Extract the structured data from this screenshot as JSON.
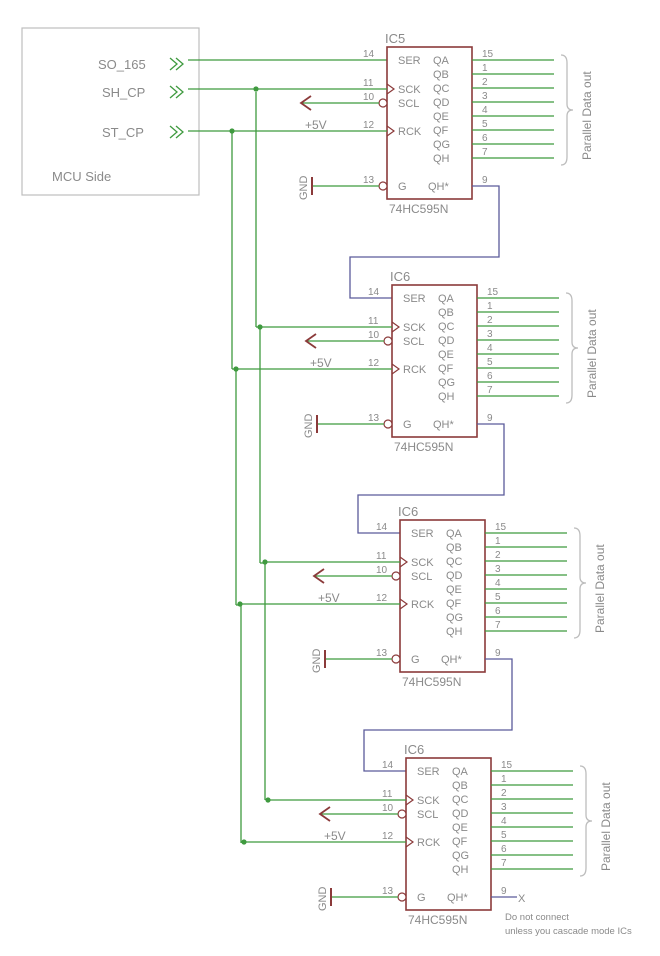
{
  "mcu": {
    "label": "MCU Side",
    "signals": [
      "SO_165",
      "SH_CP",
      "ST_CP"
    ]
  },
  "ics": [
    {
      "name": "IC5",
      "part": "74HC595N",
      "left_pins": [
        {
          "name": "SER",
          "num": "14"
        },
        {
          "name": "SCK",
          "num": "11"
        },
        {
          "name": "SCL",
          "num": "10"
        },
        {
          "name": "RCK",
          "num": "12"
        },
        {
          "name": "G",
          "num": "13"
        }
      ],
      "right_pins": [
        {
          "name": "QA",
          "num": "15"
        },
        {
          "name": "QB",
          "num": "1"
        },
        {
          "name": "QC",
          "num": "2"
        },
        {
          "name": "QD",
          "num": "3"
        },
        {
          "name": "QE",
          "num": "4"
        },
        {
          "name": "QF",
          "num": "5"
        },
        {
          "name": "QG",
          "num": "6"
        },
        {
          "name": "QH",
          "num": "7"
        }
      ],
      "qh_star": {
        "name": "QH*",
        "num": "9"
      },
      "vcc_label": "+5V",
      "gnd_label": "GND",
      "output_label": "Parallel Data out"
    },
    {
      "name": "IC6",
      "part": "74HC595N",
      "left_pins": [
        {
          "name": "SER",
          "num": "14"
        },
        {
          "name": "SCK",
          "num": "11"
        },
        {
          "name": "SCL",
          "num": "10"
        },
        {
          "name": "RCK",
          "num": "12"
        },
        {
          "name": "G",
          "num": "13"
        }
      ],
      "right_pins": [
        {
          "name": "QA",
          "num": "15"
        },
        {
          "name": "QB",
          "num": "1"
        },
        {
          "name": "QC",
          "num": "2"
        },
        {
          "name": "QD",
          "num": "3"
        },
        {
          "name": "QE",
          "num": "4"
        },
        {
          "name": "QF",
          "num": "5"
        },
        {
          "name": "QG",
          "num": "6"
        },
        {
          "name": "QH",
          "num": "7"
        }
      ],
      "qh_star": {
        "name": "QH*",
        "num": "9"
      },
      "vcc_label": "+5V",
      "gnd_label": "GND",
      "output_label": "Parallel Data out"
    },
    {
      "name": "IC6",
      "part": "74HC595N",
      "left_pins": [
        {
          "name": "SER",
          "num": "14"
        },
        {
          "name": "SCK",
          "num": "11"
        },
        {
          "name": "SCL",
          "num": "10"
        },
        {
          "name": "RCK",
          "num": "12"
        },
        {
          "name": "G",
          "num": "13"
        }
      ],
      "right_pins": [
        {
          "name": "QA",
          "num": "15"
        },
        {
          "name": "QB",
          "num": "1"
        },
        {
          "name": "QC",
          "num": "2"
        },
        {
          "name": "QD",
          "num": "3"
        },
        {
          "name": "QE",
          "num": "4"
        },
        {
          "name": "QF",
          "num": "5"
        },
        {
          "name": "QG",
          "num": "6"
        },
        {
          "name": "QH",
          "num": "7"
        }
      ],
      "qh_star": {
        "name": "QH*",
        "num": "9"
      },
      "vcc_label": "+5V",
      "gnd_label": "GND",
      "output_label": "Parallel Data out"
    },
    {
      "name": "IC6",
      "part": "74HC595N",
      "left_pins": [
        {
          "name": "SER",
          "num": "14"
        },
        {
          "name": "SCK",
          "num": "11"
        },
        {
          "name": "SCL",
          "num": "10"
        },
        {
          "name": "RCK",
          "num": "12"
        },
        {
          "name": "G",
          "num": "13"
        }
      ],
      "right_pins": [
        {
          "name": "QA",
          "num": "15"
        },
        {
          "name": "QB",
          "num": "1"
        },
        {
          "name": "QC",
          "num": "2"
        },
        {
          "name": "QD",
          "num": "3"
        },
        {
          "name": "QE",
          "num": "4"
        },
        {
          "name": "QF",
          "num": "5"
        },
        {
          "name": "QG",
          "num": "6"
        },
        {
          "name": "QH",
          "num": "7"
        }
      ],
      "qh_star": {
        "name": "QH*",
        "num": "9"
      },
      "vcc_label": "+5V",
      "gnd_label": "GND",
      "output_label": "Parallel Data out"
    }
  ],
  "end_note": {
    "marker": "X",
    "lines": [
      "Do not connect",
      "unless you cascade mode ICs"
    ]
  },
  "colors": {
    "net": "#3f9a3f",
    "ic_body": "#8b3a3a",
    "bus": "#5a5a9a",
    "mcu_box": "#bdbdbd",
    "text": "#8a8a8a"
  }
}
